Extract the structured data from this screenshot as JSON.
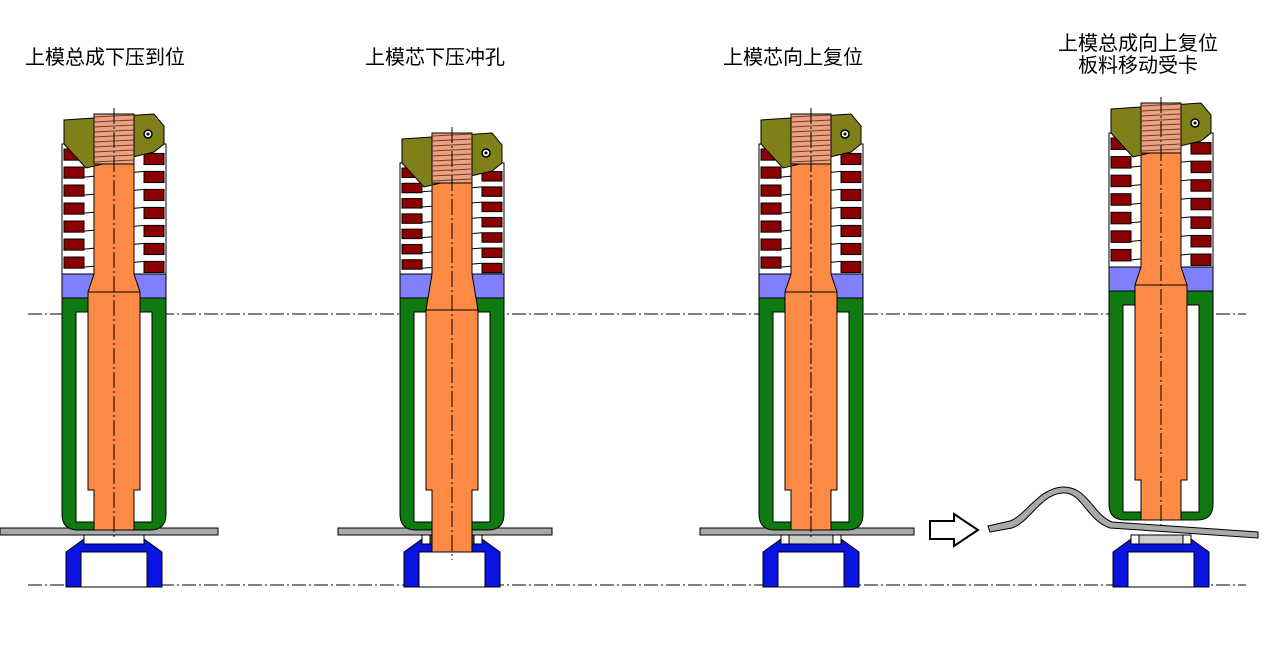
{
  "panels": [
    {
      "caption_lines": [
        "上模总成下压到位"
      ]
    },
    {
      "caption_lines": [
        "上模芯下压冲孔"
      ]
    },
    {
      "caption_lines": [
        "上模芯向上复位"
      ]
    },
    {
      "caption_lines": [
        "上模总成向上复位",
        "板料移动受卡"
      ]
    }
  ],
  "colors": {
    "punch": "#ff8a45",
    "sleeve": "#0f7a0f",
    "spring": "#8b0000",
    "cap": "#80801a",
    "thread": "#e9a384",
    "stripper_plate": "#8080ff",
    "die": "#0a14e0",
    "sheet": "#a9a9a9",
    "centerline": "#000000"
  },
  "icons": {
    "arrow": "outline-right-arrow-icon"
  }
}
